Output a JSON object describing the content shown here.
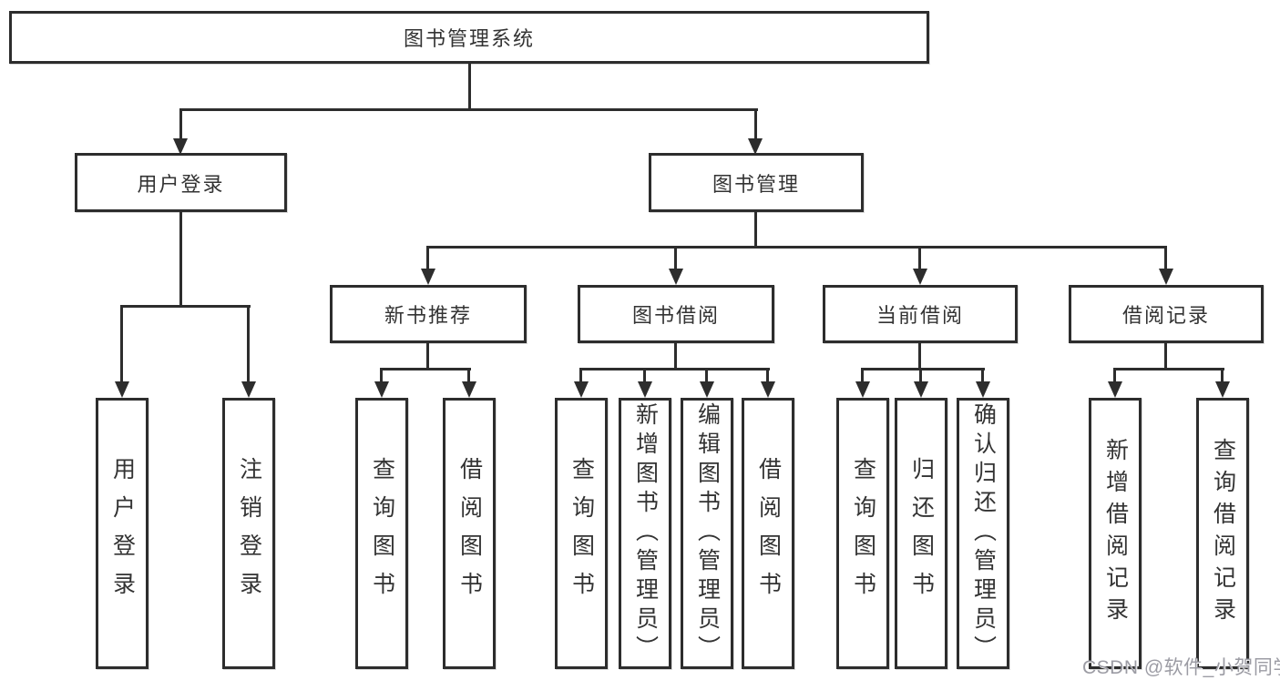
{
  "diagram": {
    "title": "图书管理系统",
    "level2": {
      "user_login": "用户登录",
      "book_mgmt": "图书管理"
    },
    "level3": {
      "new_books": "新书推荐",
      "book_borrow": "图书借阅",
      "current_borrow": "当前借阅",
      "borrow_records": "借阅记录"
    },
    "leaves": {
      "user_login_leaf": "用户登录",
      "logout": "注销登录",
      "nb_query_books": "查询图书",
      "nb_borrow_books": "借阅图书",
      "bb_query_books": "查询图书",
      "bb_add_books_admin": "新增图书（管理员）",
      "bb_edit_books_admin": "编辑图书（管理员）",
      "bb_borrow_books": "借阅图书",
      "cb_query_books": "查询图书",
      "cb_return_books": "归还图书",
      "cb_confirm_return_admin": "确认归还（管理员）",
      "br_add_record": "新增借阅记录",
      "br_query_record": "查询借阅记录"
    }
  },
  "watermark": "CSDN @软件_小贺同学",
  "colors": {
    "line": "#2d2d2d",
    "text": "#333333",
    "watermark": "#9c9ca4",
    "background": "#ffffff"
  }
}
